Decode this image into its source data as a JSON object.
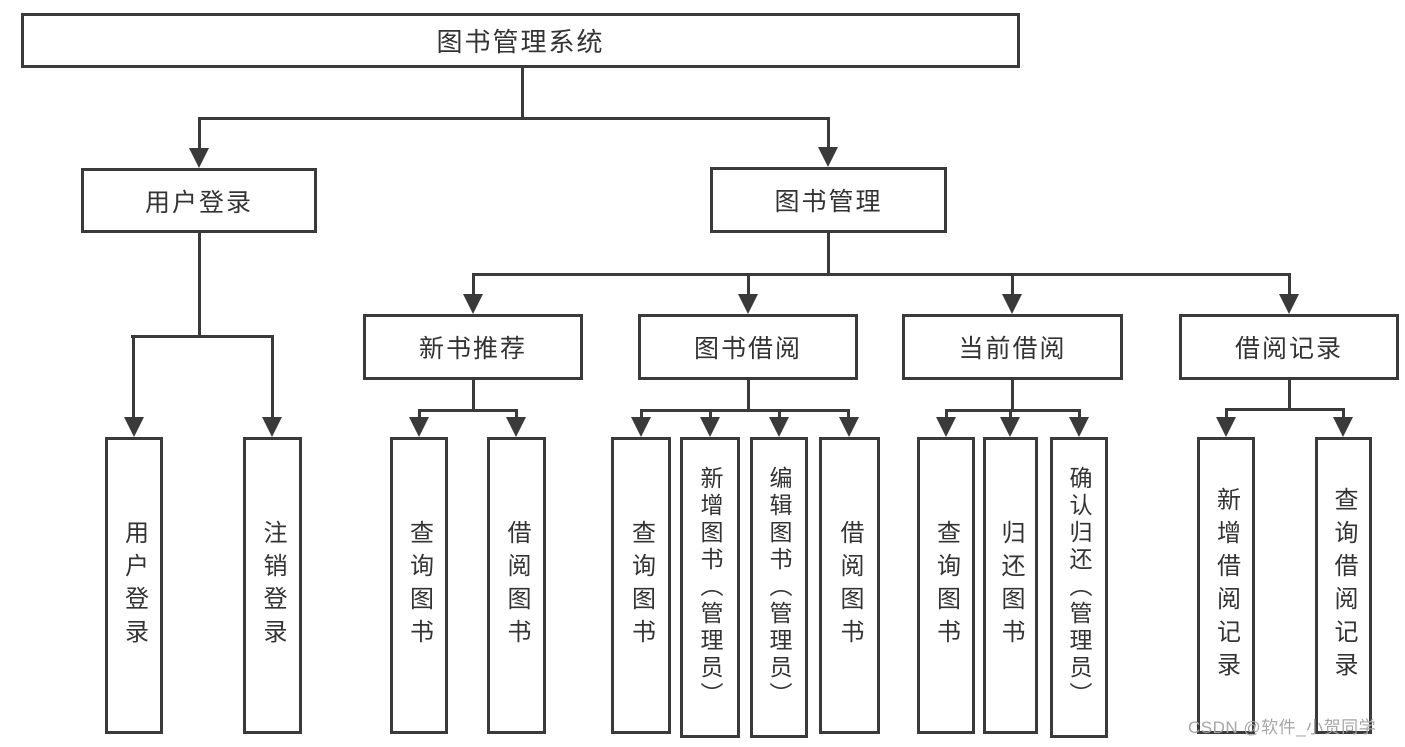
{
  "tree": {
    "root": "图书管理系统",
    "children": [
      {
        "label": "用户登录",
        "children": [
          "用户登录",
          "注销登录"
        ]
      },
      {
        "label": "图书管理",
        "children": [
          {
            "label": "新书推荐",
            "children": [
              "查询图书",
              "借阅图书"
            ]
          },
          {
            "label": "图书借阅",
            "children": [
              "查询图书",
              "新增图书（管理员）",
              "编辑图书（管理员）",
              "借阅图书"
            ]
          },
          {
            "label": "当前借阅",
            "children": [
              "查询图书",
              "归还图书",
              "确认归还（管理员）"
            ]
          },
          {
            "label": "借阅记录",
            "children": [
              "新增借阅记录",
              "查询借阅记录"
            ]
          }
        ]
      }
    ]
  },
  "watermark": "CSDN @软件_小贺同学",
  "colors": {
    "line": "#3a3a3a",
    "text": "#333333",
    "watermark": "#a6a6a6",
    "background": "#ffffff"
  }
}
